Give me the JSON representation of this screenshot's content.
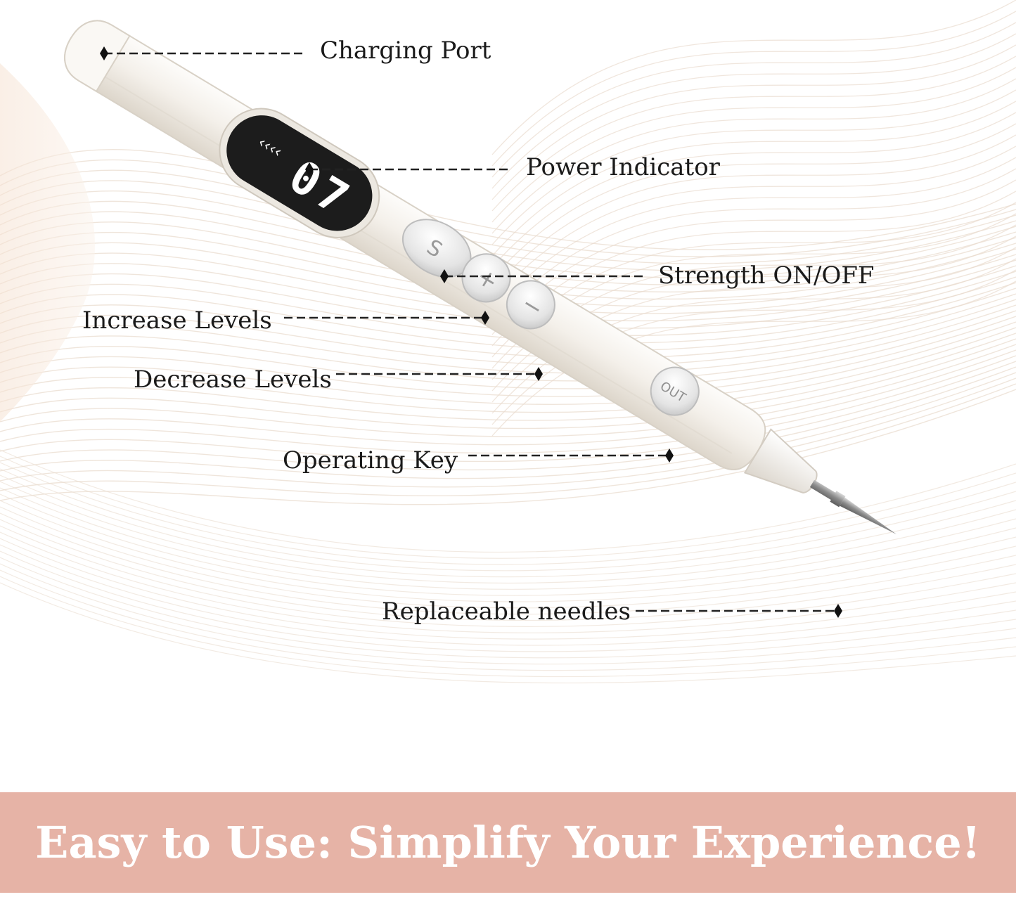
{
  "labels": {
    "charging_port": "Charging Port",
    "power_indicator": "Power Indicator",
    "strength_on_off": "Strength ON/OFF",
    "increase_levels": "Increase Levels",
    "decrease_levels": "Decrease Levels",
    "operating_key": "Operating Key",
    "replaceable_needles": "Replaceable needles"
  },
  "device": {
    "display_value": "07",
    "power_button_symbol": "S",
    "increase_button_symbol": "+",
    "decrease_button_symbol": "−",
    "operating_button_label": "OUT"
  },
  "banner": {
    "text": "Easy to Use: Simplify Your Experience!"
  },
  "colors": {
    "banner_background": "#e6b3a6",
    "banner_text": "#ffffff",
    "label_text": "#1a1a1a",
    "device_body": "#f3efe8",
    "display_background": "#1c1c1c",
    "display_digits": "#ffffff",
    "background_waves": "#e9dccf"
  }
}
